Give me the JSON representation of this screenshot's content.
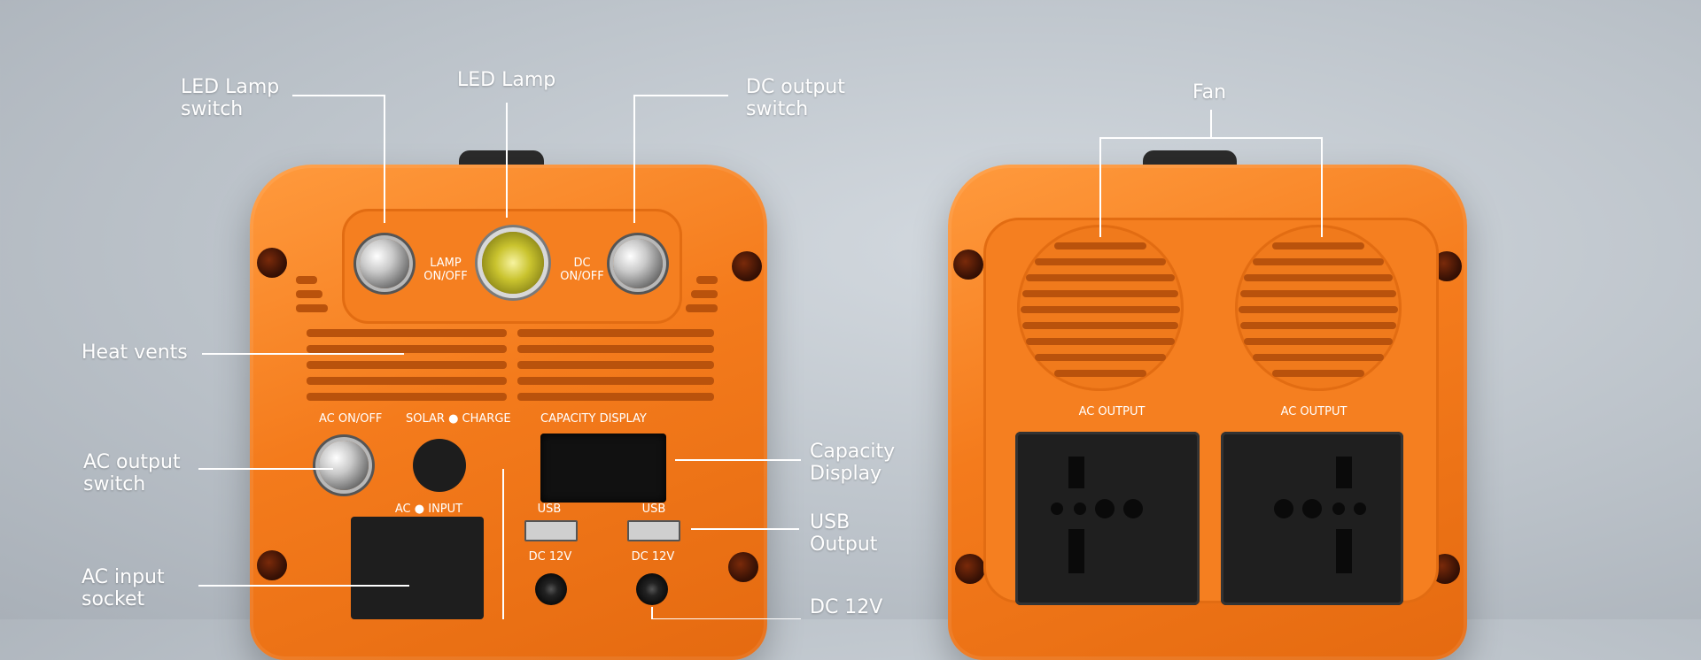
{
  "callouts": {
    "led_lamp_switch": "LED Lamp\nswitch",
    "led_lamp": "LED Lamp",
    "dc_output_switch": "DC output\nswitch",
    "fan": "Fan",
    "heat_vents": "Heat vents",
    "ac_output_switch": "AC output\nswitch",
    "capacity_display": "Capacity\nDisplay",
    "usb_output": "USB\nOutput",
    "ac_input_socket": "AC input\nsocket",
    "dc_12v": "DC 12V"
  },
  "front_panel_labels": {
    "lamp_onoff": "LAMP\nON/OFF",
    "dc_onoff": "DC\nON/OFF",
    "ac_onoff": "AC  ON/OFF",
    "solar_charge": "SOLAR ● CHARGE",
    "capacity_display": "CAPACITY  DISPLAY",
    "ac_input": "AC ● INPUT",
    "usb_1": "USB",
    "usb_2": "USB",
    "dc12v_1": "DC 12V",
    "dc12v_2": "DC 12V"
  },
  "back_panel_labels": {
    "ac_output_1": "AC  OUTPUT",
    "ac_output_2": "AC  OUTPUT"
  },
  "colors": {
    "body_orange": "#f47b1c",
    "vent_dark": "#b9520c",
    "callout_text": "#ffffff"
  }
}
